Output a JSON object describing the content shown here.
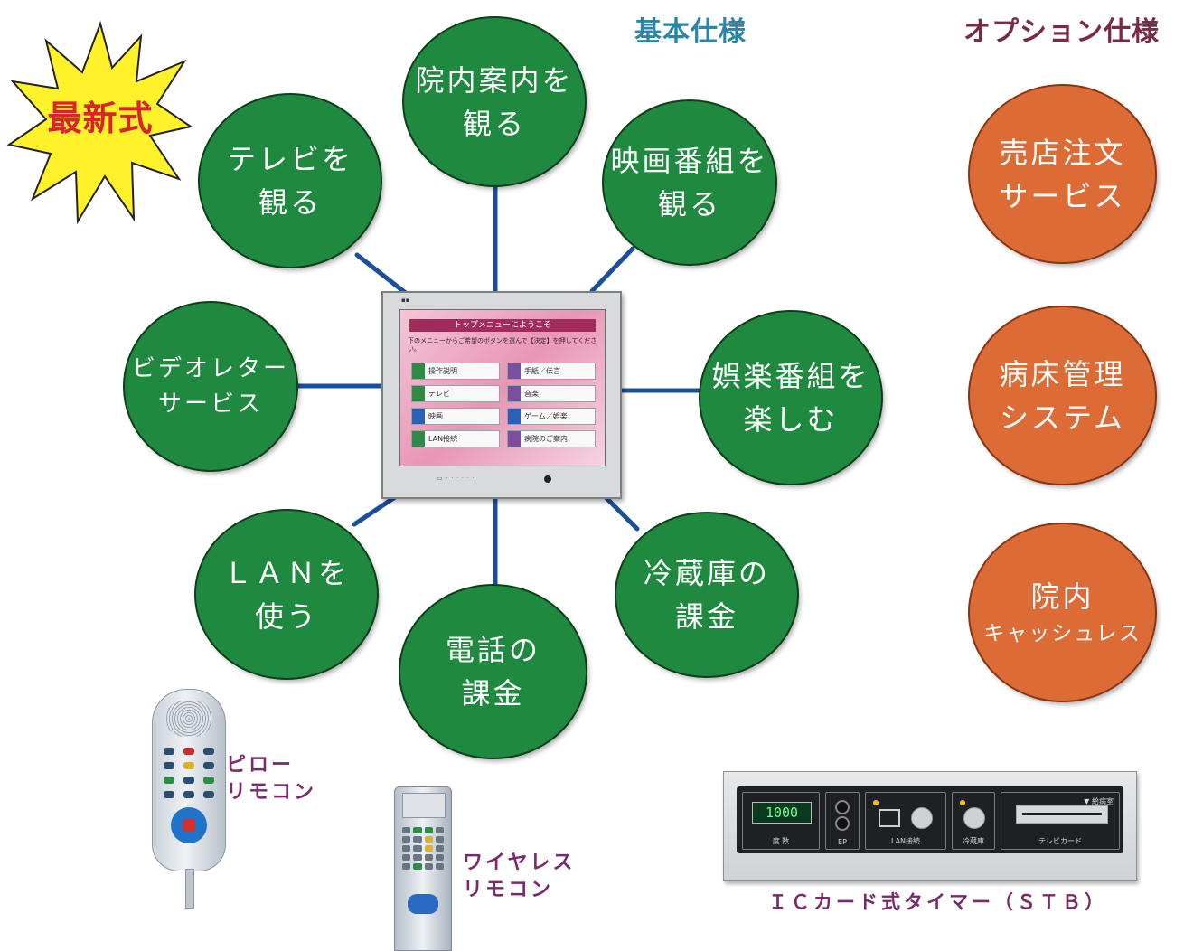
{
  "headers": {
    "basic": "基本仕様",
    "option": "オプション仕様"
  },
  "burst": {
    "label": "最新式"
  },
  "basic_features": [
    {
      "lines": [
        "院内案内を",
        "観る"
      ]
    },
    {
      "lines": [
        "テレビを",
        "観る"
      ]
    },
    {
      "lines": [
        "映画番組を",
        "観る"
      ]
    },
    {
      "lines": [
        "ビデオレター",
        "サービス"
      ]
    },
    {
      "lines": [
        "娯楽番組を",
        "楽しむ"
      ]
    },
    {
      "lines": [
        "ＬＡＮを",
        "使う"
      ]
    },
    {
      "lines": [
        "冷蔵庫の",
        "課金"
      ]
    },
    {
      "lines": [
        "電話の",
        "課金"
      ]
    }
  ],
  "option_features": [
    {
      "lines": [
        "売店注文",
        "サービス"
      ]
    },
    {
      "lines": [
        "病床管理",
        "システム"
      ]
    },
    {
      "lines": [
        "院内",
        "キャッシュレス"
      ]
    }
  ],
  "monitor": {
    "screen_title": "トップメニューにようこそ",
    "instruction": "下のメニューからご希望のボタンを選んで【決定】を押してください。",
    "menu": [
      "操作説明",
      "手紙／伝言",
      "テレビ",
      "音楽",
      "映画",
      "ゲーム／娯楽",
      "LAN接続",
      "病院のご案内"
    ]
  },
  "devices": {
    "pillow_remote": [
      "ピロー",
      "リモコン"
    ],
    "wireless_remote": [
      "ワイヤレス",
      "リモコン"
    ],
    "stb_caption": "ＩＣカード式タイマー（ＳＴＢ）",
    "stb": {
      "display": "1000",
      "bay_labels": [
        "度 数",
        "EP",
        "LAN接続",
        "冷蔵庫",
        "テレビカード"
      ],
      "insert_label": "▼ 給病室"
    }
  },
  "colors": {
    "green": "#1f8a3f",
    "orange": "#dd6b36",
    "connector": "#1b4f9c",
    "basic_header": "#2a86a6",
    "option_header": "#7a2a45",
    "caption": "#7a2a6a"
  }
}
